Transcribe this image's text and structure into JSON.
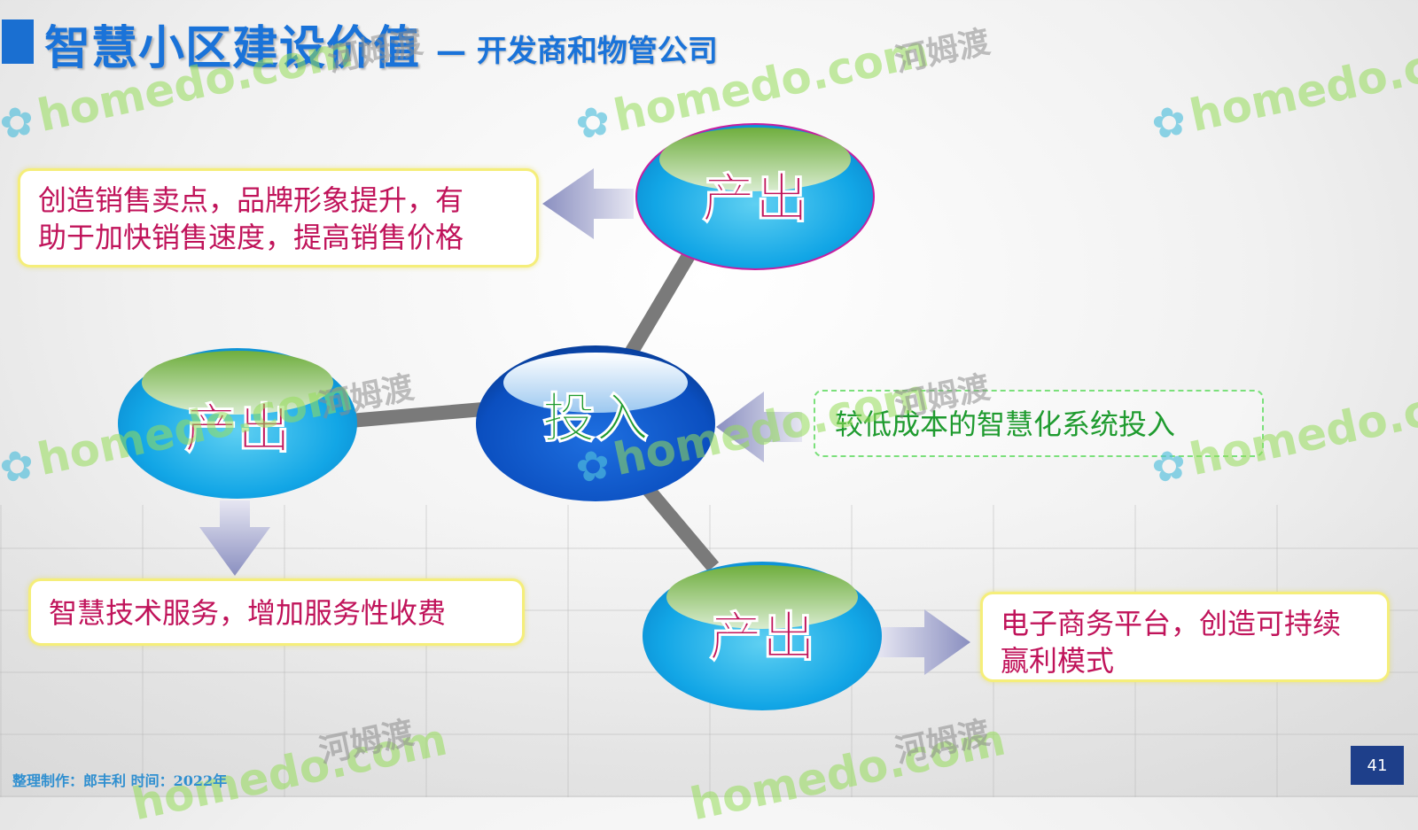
{
  "title": "智慧小区建设价值",
  "subtitle": "— 开发商和物管公司",
  "center_node": {
    "label": "投入"
  },
  "output_nodes": [
    {
      "id": "top",
      "label": "产出"
    },
    {
      "id": "left",
      "label": "产出"
    },
    {
      "id": "bottom",
      "label": "产出"
    }
  ],
  "boxes": {
    "top_output": {
      "line1": "创造销售卖点，品牌形象提升，有",
      "line2": "助于加快销售速度，提高销售价格"
    },
    "left_output": "智慧技术服务，增加服务性收费",
    "bottom_output": {
      "line1": "电子商务平台，创造可持续",
      "line2": "赢利模式"
    },
    "input": "较低成本的智慧化系统投入"
  },
  "footer": "整理制作：郎丰利 时间：2022年",
  "page_number": "41",
  "watermark": {
    "en": "homedo.com",
    "cn": "河姆渡"
  },
  "colors": {
    "title": "#1a73d9",
    "node_label": "#c0135a",
    "center_label": "#1f9b2f",
    "box_text": "#c0135a",
    "input_text": "#1f9b2f"
  }
}
